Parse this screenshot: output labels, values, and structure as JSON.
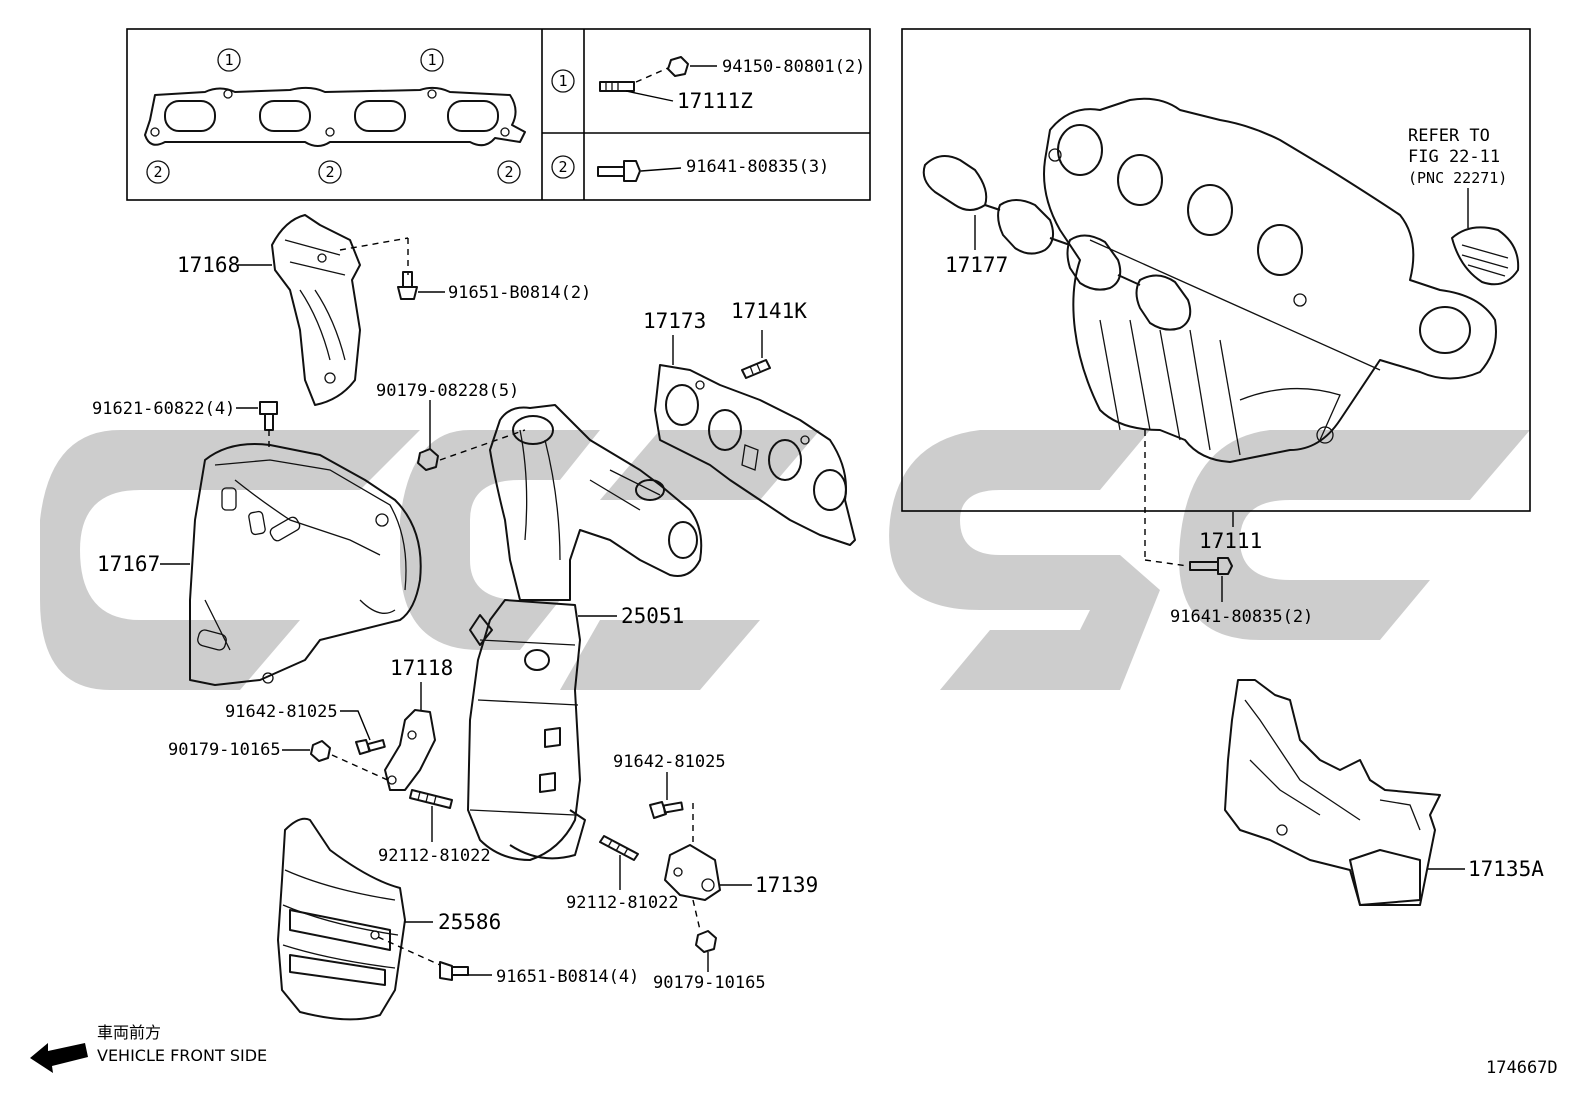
{
  "diagram": {
    "figure_code": "174667D",
    "direction": {
      "japanese": "車両前方",
      "english": "VEHICLE FRONT SIDE"
    },
    "gasket_detail": {
      "ref_circle_1": "1",
      "ref_circle_2": "2",
      "row1_nut": "94150-80801(2)",
      "row1_stud": "17111Z",
      "row2_bolt": "91641-80835(3)"
    },
    "intake_box": {
      "refer_line1": "REFER TO",
      "refer_line2": "FIG 22-11",
      "refer_line3": "(PNC 22271)",
      "gasket": "17177",
      "manifold": "17111",
      "bolt": "91641-80835(2)"
    },
    "labels": {
      "p17168": "17168",
      "p91651_top": "91651-B0814(2)",
      "p91621": "91621-60822(4)",
      "p90179_08228": "90179-08228(5)",
      "p17173": "17173",
      "p17141K": "17141K",
      "p17167": "17167",
      "p25051": "25051",
      "p17118": "17118",
      "p91642_left": "91642-81025",
      "p90179_left": "90179-10165",
      "p92112_left": "92112-81022",
      "p91642_right": "91642-81025",
      "p92112_right": "92112-81022",
      "p17139": "17139",
      "p90179_right": "90179-10165",
      "p25586": "25586",
      "p91651_bottom": "91651-B0814(4)",
      "p17135A": "17135A"
    },
    "icons": [
      "direction-arrow-icon",
      "bolt-icon",
      "nut-icon",
      "stud-icon"
    ],
    "colors": {
      "line": "#000000",
      "watermark": "#c8c8c8",
      "background": "#ffffff"
    }
  }
}
